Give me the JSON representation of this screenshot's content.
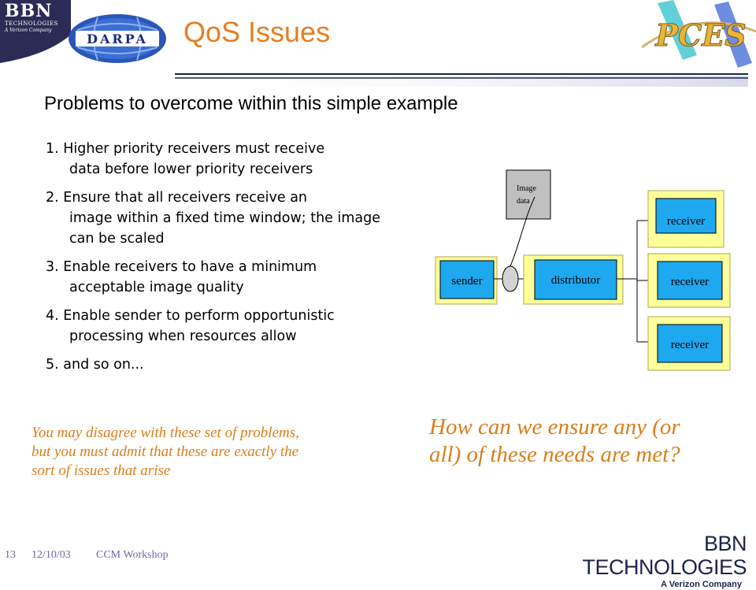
{
  "header": {
    "corner_logo": {
      "name": "BBN",
      "subline": "TECHNOLOGIES",
      "tagline": "A Verizon Company"
    },
    "darpa_logo_text": "DARPA",
    "title": "QoS Issues",
    "program_logo_text": "PCES"
  },
  "subtitle": "Problems to overcome within this simple example",
  "problems": [
    {
      "first": "1. Higher priority receivers must receive",
      "rest": "data before lower priority receivers"
    },
    {
      "first": "2. Ensure that all receivers receive an",
      "rest": "image within a fixed time window; the image can be scaled"
    },
    {
      "first": "3. Enable receivers to have a minimum",
      "rest": "acceptable image quality"
    },
    {
      "first": "4. Enable sender to perform opportunistic",
      "rest": "processing when resources allow"
    },
    {
      "first": "5. and so on...",
      "rest": ""
    }
  ],
  "note": "You may disagree with these set of problems, but you must admit that these are exactly the sort of issues that arise",
  "question": "How can we ensure any (or all) of these needs are met?",
  "diagram": {
    "image_label_line1": "Image",
    "image_label_line2": "data",
    "sender": "sender",
    "distributor": "distributor",
    "receivers": [
      "receiver",
      "receiver",
      "receiver"
    ]
  },
  "colors": {
    "title": "#e67e22",
    "accent_italic": "#d97e1a",
    "box_fill": "#1ea8f0",
    "frame_fill": "#ffff99",
    "footer": "#6a6aa8",
    "brand_navy": "#1c2447"
  },
  "footer": {
    "slide_number": "13",
    "date": "12/10/03",
    "event": "CCM Workshop",
    "logo_name": "BBN TECHNOLOGIES",
    "logo_tagline": "A Verizon Company"
  }
}
